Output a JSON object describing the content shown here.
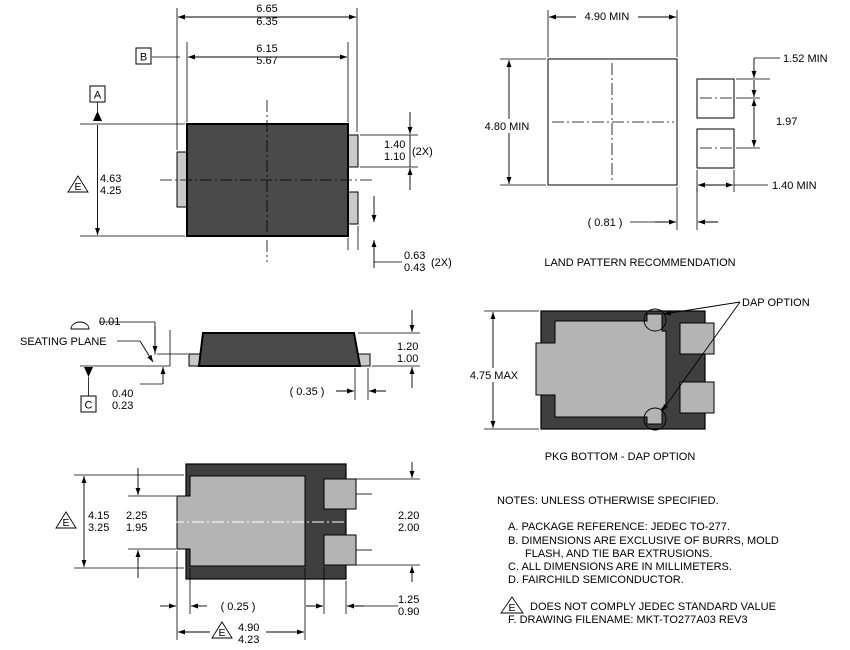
{
  "top_view": {
    "overall_length_max": "6.65",
    "overall_length_min": "6.35",
    "body_length_max": "6.15",
    "body_length_min": "5.67",
    "datum_b": "B",
    "datum_a": "A",
    "body_width_max": "4.63",
    "body_width_min": "4.25",
    "note_e": "E",
    "lead_width_max": "1.40",
    "lead_width_min": "1.10",
    "lead_width_qty": "(2X)",
    "lead_length_max": "0.63",
    "lead_length_min": "0.43",
    "lead_length_qty": "(2X)"
  },
  "land_pattern": {
    "width_min": "4.90 MIN",
    "height_min": "4.80 MIN",
    "pad_height_min": "1.52 MIN",
    "pad_pitch": "1.97",
    "pad_width_min": "1.40 MIN",
    "gap_ref": "( 0.81 )",
    "caption": "LAND PATTERN RECOMMENDATION"
  },
  "side_view": {
    "flatness": "0.01",
    "seating_plane": "SEATING PLANE",
    "datum_c": "C",
    "standoff_max": "0.40",
    "standoff_min": "0.23",
    "ref_035": "( 0.35 )",
    "height_max": "1.20",
    "height_min": "1.00"
  },
  "dap_option": {
    "label": "DAP OPTION",
    "height_max": "4.75 MAX",
    "caption": "PKG BOTTOM - DAP OPTION"
  },
  "bottom_view": {
    "pkg_width_max": "4.15",
    "pkg_width_min": "3.25",
    "note_e": "E",
    "dap_width_max": "2.25",
    "dap_width_min": "1.95",
    "ref_025": "( 0.25 )",
    "dap_length_max": "4.90",
    "dap_length_min": "4.23",
    "lead_span_max": "2.20",
    "lead_span_min": "2.00",
    "lead_len_max": "1.25",
    "lead_len_min": "0.90"
  },
  "notes": {
    "header": "NOTES: UNLESS OTHERWISE SPECIFIED.",
    "a": "A.  PACKAGE REFERENCE: JEDEC TO-277.",
    "b1": "B.  DIMENSIONS ARE EXCLUSIVE OF BURRS, MOLD",
    "b2": "FLASH, AND TIE BAR EXTRUSIONS.",
    "c": "C.  ALL DIMENSIONS ARE IN MILLIMETERS.",
    "d": "D.  FAIRCHILD SEMICONDUCTOR.",
    "e_symbol": "E",
    "e": "DOES NOT COMPLY JEDEC STANDARD VALUE",
    "f": "F.   DRAWING FILENAME: MKT-TO277A03  REV3"
  }
}
